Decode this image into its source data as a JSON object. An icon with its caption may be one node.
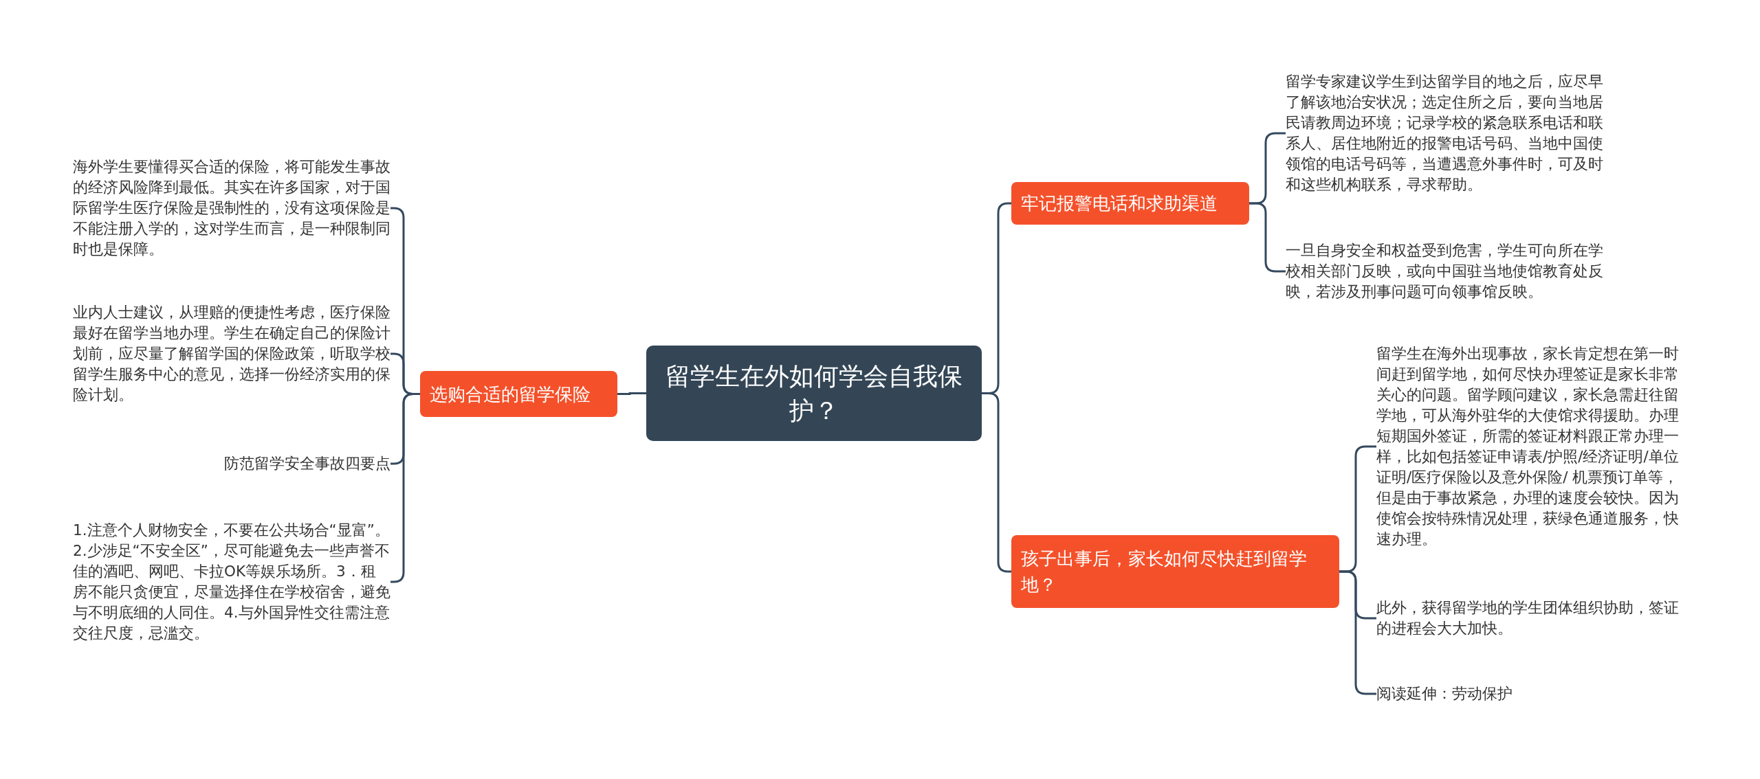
{
  "diagram": {
    "nodes": [
      {
        "text": [
          "留学生在外如何学会自我保护？"
        ]
      },
      {
        "text": [
          "选购合适的留学保险"
        ]
      },
      {
        "text": [
          "海外学生要懂得买合适的保险，将可能发生事故的经济风险降到最低。其实在许多国家，对于国际留学生医疗保险是强制性的，没有这项保险是不能注册入学的，这对学生而言，是一种限制同时也是保障。"
        ]
      },
      {
        "text": [
          "业内人士建议，从理赔的便捷性考虑，医疗保险最好在留学当地办理。学生在确定自己的保险计划前，应尽量了解留学国的保险政策，听取学校留学生服务中心的意见，选择一份经济实用的保险计划。"
        ]
      },
      {
        "text": [
          "防范留学安全事故四要点"
        ]
      },
      {
        "text": [
          "1.注意个人财物安全，不要在公共场合“显富”。2.少涉足“不安全区”，尽可能避免去一些声誉不佳的酒吧、网吧、卡拉OK等娱乐场所。3．租房不能只贪便宜，尽量选择住在学校宿舍，避免与不明底细的人同住。4.与外国异性交往需注意交往尺度，忌滥交。"
        ]
      },
      {
        "text": [
          "牢记报警电话和求助渠道"
        ]
      },
      {
        "text": [
          "留学专家建议学生到达留学目的地之后，应尽早了解该地治安状况；选定住所之后，要向当地居民请教周边环境；记录学校的紧急联系电话和联系人、居住地附近的报警电话号码、当地中国使领馆的电话号码等，当遭遇意外事件时，可及时和这些机构联系，寻求帮助。"
        ]
      },
      {
        "text": [
          "一旦自身安全和权益受到危害，学生可向所在学校相关部门反映，或向中国驻当地使馆教育处反映，若涉及刑事问题可向领事馆反映。"
        ]
      },
      {
        "text": [
          "孩子出事后，家长如何尽快赶到留学地？"
        ]
      },
      {
        "text": [
          "留学生在海外出现事故，家长肯定想在第一时间赶到留学地，如何尽快办理签证是家长非常关心的问题。留学顾问建议，家长急需赶往留学地，可从海外驻华的大使馆求得援助。办理短期国外签证，所需的签证材料跟正常办理一样，比如包括签证申请表/护照/经济证明/单位证明/医疗保险以及意外保险/ 机票预订单等，但是由于事故紧急，办理的速度会较快。因为使馆会按特殊情况处理，获绿色通道服务，快速办理。"
        ]
      },
      {
        "text": [
          "此外，获得留学地的学生团体组织协助，签证的进程会大大加快。"
        ]
      },
      {
        "text": [
          "阅读延伸：劳动保护"
        ]
      }
    ],
    "edges": [
      {
        "from": 0,
        "to": 1,
        "arrow": "none"
      },
      {
        "from": 1,
        "to": 2,
        "arrow": "none"
      },
      {
        "from": 1,
        "to": 3,
        "arrow": "none"
      },
      {
        "from": 1,
        "to": 4,
        "arrow": "none"
      },
      {
        "from": 1,
        "to": 5,
        "arrow": "none"
      },
      {
        "from": 0,
        "to": 6,
        "arrow": "none"
      },
      {
        "from": 6,
        "to": 7,
        "arrow": "none"
      },
      {
        "from": 6,
        "to": 8,
        "arrow": "none"
      },
      {
        "from": 0,
        "to": 9,
        "arrow": "none"
      },
      {
        "from": 9,
        "to": 10,
        "arrow": "none"
      },
      {
        "from": 9,
        "to": 11,
        "arrow": "none"
      },
      {
        "from": 9,
        "to": 12,
        "arrow": "none"
      }
    ]
  }
}
